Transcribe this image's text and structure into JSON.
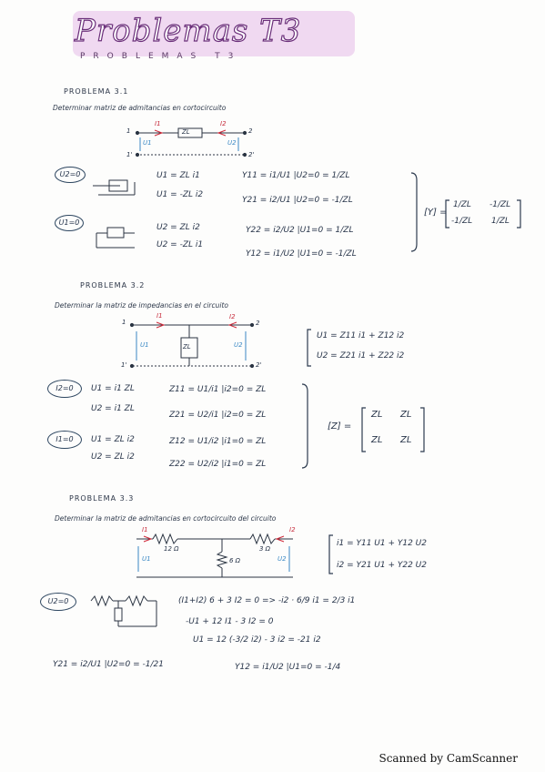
{
  "title": "Problemas T3",
  "subtitle": "PROBLEMAS T3",
  "p1": {
    "heading": "PROBLEMA 3.1",
    "statement": "Determinar matriz de admitancias en cortocircuito",
    "circuit": {
      "n1": "1",
      "n2": "2",
      "n1p": "1'",
      "n2p": "2'",
      "i1": "I1",
      "i2": "I2",
      "z": "ZL",
      "u1": "U1",
      "u2": "U2"
    },
    "caseA": {
      "cond": "U2=0",
      "eq1": "U1 = ZL i1",
      "eq2": "U1 = -ZL i2",
      "y11": "Y11 = i1/U1 |U2=0 = 1/ZL",
      "y21": "Y21 = i2/U1 |U2=0 = -1/ZL"
    },
    "caseB": {
      "cond": "U1=0",
      "eq1": "U2 = ZL i2",
      "eq2": "U2 = -ZL i1",
      "y22": "Y22 = i2/U2 |U1=0 = 1/ZL",
      "y12": "Y12 = i1/U2 |U1=0 = -1/ZL"
    },
    "matrix": {
      "label": "[Y] =",
      "r1c1": "1/ZL",
      "r1c2": "-1/ZL",
      "r2c1": "-1/ZL",
      "r2c2": "1/ZL"
    }
  },
  "p2": {
    "heading": "PROBLEMA 3.2",
    "statement": "Determinar la matriz de impedancias en el circuito",
    "circuit": {
      "n1": "1",
      "n2": "2",
      "n1p": "1'",
      "n2p": "2'",
      "i1": "I1",
      "i2": "I2",
      "z": "ZL",
      "u1": "U1",
      "u2": "U2"
    },
    "eqs": [
      "U1 = Z11 i1 + Z12 i2",
      "U2 = Z21 i1 + Z22 i2"
    ],
    "caseA": {
      "cond": "I2=0",
      "eq1": "U1 = i1 ZL",
      "eq2": "U2 = i1 ZL",
      "z11": "Z11 = U1/i1 |i2=0 = ZL",
      "z21": "Z21 = U2/i1 |i2=0 = ZL"
    },
    "caseB": {
      "cond": "I1=0",
      "eq1": "U1 = ZL i2",
      "eq2": "U2 = ZL i2",
      "z12": "Z12 = U1/i2 |i1=0 = ZL",
      "z22": "Z22 = U2/i2 |i1=0 = ZL"
    },
    "matrix": {
      "label": "[Z] =",
      "r1c1": "ZL",
      "r1c2": "ZL",
      "r2c1": "ZL",
      "r2c2": "ZL"
    }
  },
  "p3": {
    "heading": "PROBLEMA 3.3",
    "statement": "Determinar la matriz de admitancias en cortocircuito del circuito",
    "circuit": {
      "i1": "I1",
      "i2": "I2",
      "r1": "12 Ω",
      "r2": "3 Ω",
      "r3": "6 Ω",
      "u1": "U1",
      "u2": "U2"
    },
    "eqs": [
      "i1 = Y11 U1 + Y12 U2",
      "i2 = Y21 U1 + Y22 U2"
    ],
    "caseA": {
      "cond": "U2=0",
      "w1": "(I1+I2) 6 + 3 I2 = 0 => -i2 · 6/9 i1 = 2/3 i1",
      "w2": "-U1 + 12 I1 - 3 I2 = 0",
      "w3": "U1 = 12 (-3/2 i2) - 3 i2 = -21 i2",
      "y21": "Y21 = i2/U1 |U2=0 = -1/21",
      "y12": "Y12 = i1/U2 |U1=0 = -1/4"
    }
  },
  "footer": "Scanned by CamScanner"
}
